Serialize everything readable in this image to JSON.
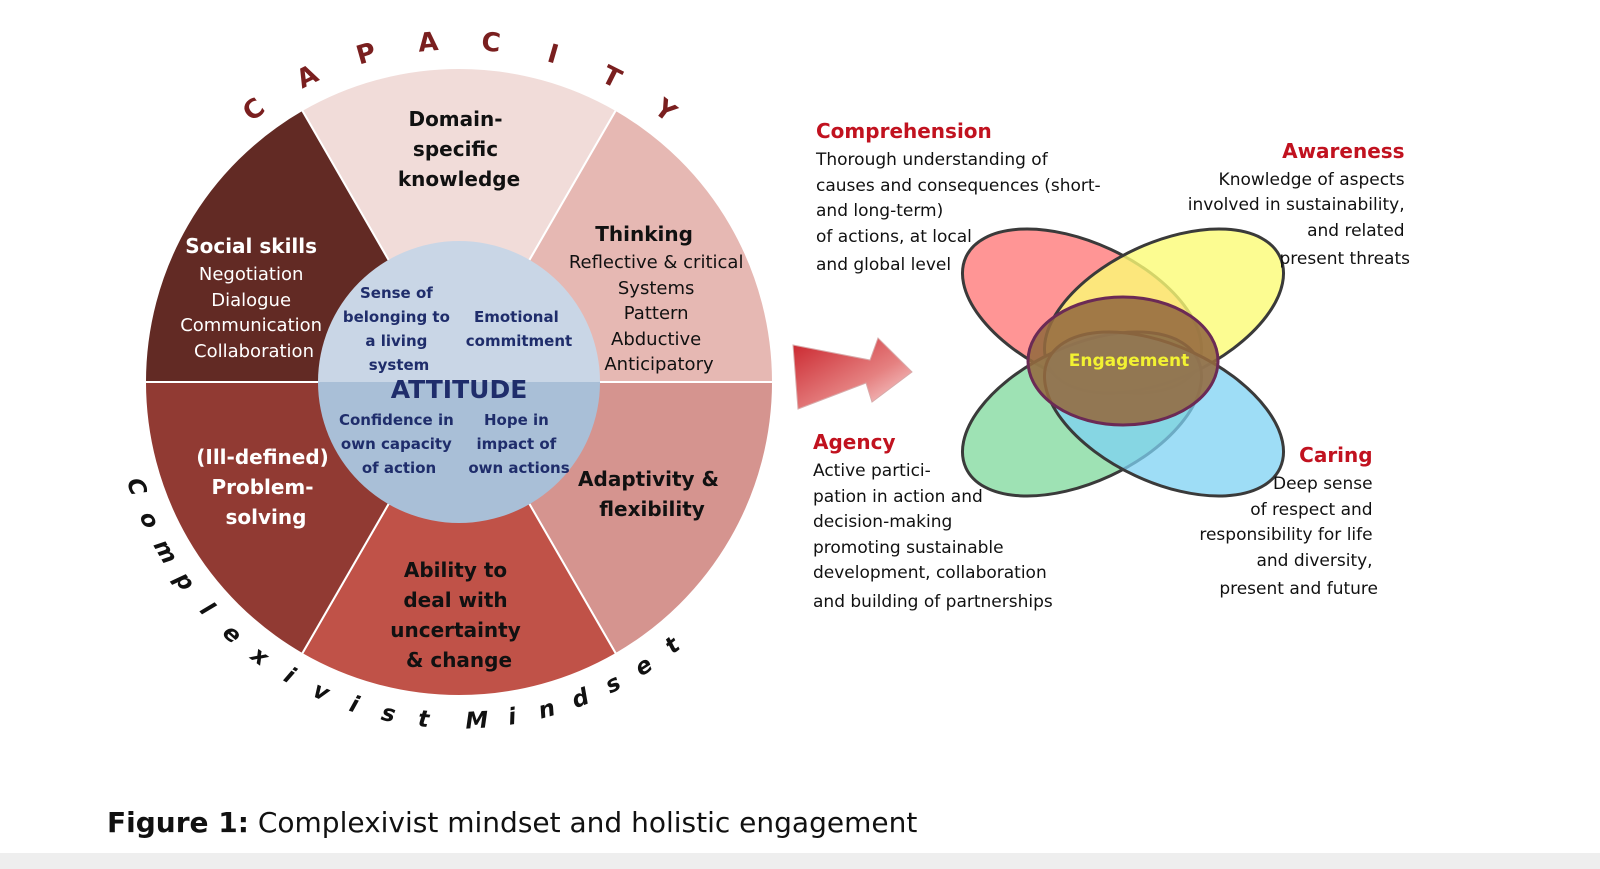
{
  "wheel": {
    "capacity_label": "CAPACITY",
    "mindset_label": "Complexivist Mindset",
    "segments": [
      {
        "lines": [
          "Domain-",
          "specific",
          "knowledge"
        ]
      },
      {
        "title": "Thinking",
        "lines": [
          "Reflective & critical",
          "Systems",
          "Pattern",
          "Abductive",
          "Anticipatory"
        ]
      },
      {
        "lines": [
          "Adaptivity  &",
          "flexibility"
        ]
      },
      {
        "lines": [
          "Ability to",
          "deal with",
          "uncertainty",
          "& change"
        ]
      },
      {
        "lines": [
          "(Ill-defined)",
          "Problem-",
          "solving"
        ]
      },
      {
        "title": "Social skills",
        "lines": [
          "Negotiation",
          "Dialogue",
          "Communication",
          "Collaboration"
        ]
      }
    ],
    "attitude": {
      "title": "ATTITUDE",
      "quadrants": [
        {
          "lines": [
            "Sense of",
            "belonging to",
            "a living",
            "system"
          ]
        },
        {
          "lines": [
            "Emotional",
            "commitment"
          ]
        },
        {
          "lines": [
            "Confidence in",
            "own capacity",
            "of action"
          ]
        },
        {
          "lines": [
            "Hope in",
            "impact of",
            "own actions"
          ]
        }
      ]
    }
  },
  "engagement": {
    "center_label": "Engagement",
    "blocks": [
      {
        "title": "Comprehension",
        "lines": [
          "Thorough understanding of",
          "causes and consequences (short-",
          "and long-term)",
          "of actions, at local",
          "and global level"
        ]
      },
      {
        "title": "Awareness",
        "lines": [
          "Knowledge of aspects",
          "involved in sustainability,",
          "and related",
          "present threats"
        ]
      },
      {
        "title": "Agency",
        "lines": [
          "Active partici-",
          "pation in action and",
          "decision-making",
          "promoting sustainable",
          "development, collaboration",
          "and building of partnerships"
        ]
      },
      {
        "title": "Caring",
        "lines": [
          "Deep sense",
          "of respect and",
          "responsibility for life",
          "and diversity,",
          "present and future"
        ]
      }
    ]
  },
  "caption": {
    "label": "Figure 1:",
    "text": " Complexivist mindset and holistic engagement"
  },
  "colors": {
    "seg_domain": "#f1dcd9",
    "seg_thinking": "#e6b8b3",
    "seg_adaptivity": "#d5948f",
    "seg_ability": "#c05248",
    "seg_problem": "#913a33",
    "seg_social": "#622a24",
    "attitude_light": "#c9d6e6",
    "attitude_dark": "#a9bfd7",
    "attitude_text": "#1f2d6b",
    "red_title": "#c1121f",
    "ellipse_red": "#ff8282",
    "ellipse_yellow": "#fbfb75",
    "ellipse_green": "#86dba1",
    "ellipse_blue": "#7ed2f3",
    "engagement_fill": "#946a3f",
    "engagement_text": "#f2f232"
  }
}
